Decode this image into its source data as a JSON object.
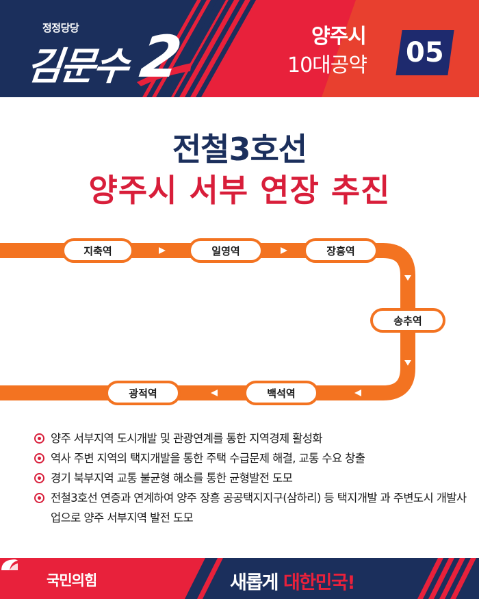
{
  "header": {
    "party_small": "정정당당",
    "candidate_name": "김문수",
    "candidate_number": "2",
    "region": "양주시",
    "pledges_label": "10대공약",
    "pledge_number": "05"
  },
  "title": {
    "line1": "전철3호선",
    "line2": "양주시 서부 연장 추진"
  },
  "route": {
    "line_color": "#f37321",
    "stations": [
      "지축역",
      "일영역",
      "장흥역",
      "송추역",
      "백석역",
      "광적역"
    ]
  },
  "bullets": [
    "양주 서부지역 도시개발 및 관광연계를 통한 지역경제 활성화",
    "역사 주변 지역의 택지개발을 통한 주택 수급문제 해결, 교통 수요 창출",
    "경기 북부지역 교통 불균형 해소를 통한 균형발전 도모",
    "전철3호선 연증과 연계하여 양주 장흥 공공택지지구(삼하리) 등 택지개발 과 주변도시 개발사업으로 양주 서부지역 발전 도모"
  ],
  "footer": {
    "party_name": "국민의힘",
    "slogan_white": "새롭게",
    "slogan_red": "대한민국!"
  },
  "colors": {
    "navy": "#1b2f5c",
    "red": "#d81e3a",
    "orange": "#f37321"
  }
}
